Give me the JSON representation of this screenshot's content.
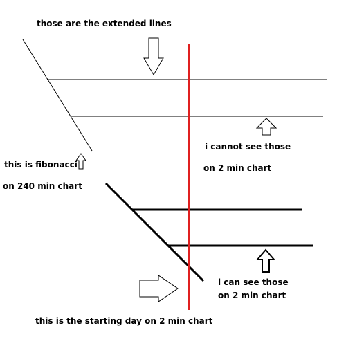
{
  "labels": {
    "extended_lines": "those are the extended lines",
    "fib_line1": "this is fibonacci",
    "fib_line2": "on 240 min chart",
    "cannot_line1": "i cannot see those",
    "cannot_line2": "on 2 min chart",
    "can_line1": "i can see those",
    "can_line2": "on 2 min chart",
    "starting_day": "this is the starting day on 2 min chart"
  },
  "colors": {
    "background": "#ffffff",
    "ink": "#000000",
    "divider": "#e02020"
  },
  "icons": {
    "arrow_down": "arrow-down-outline",
    "arrow_up": "arrow-up-outline",
    "arrow_right": "arrow-right-outline"
  }
}
